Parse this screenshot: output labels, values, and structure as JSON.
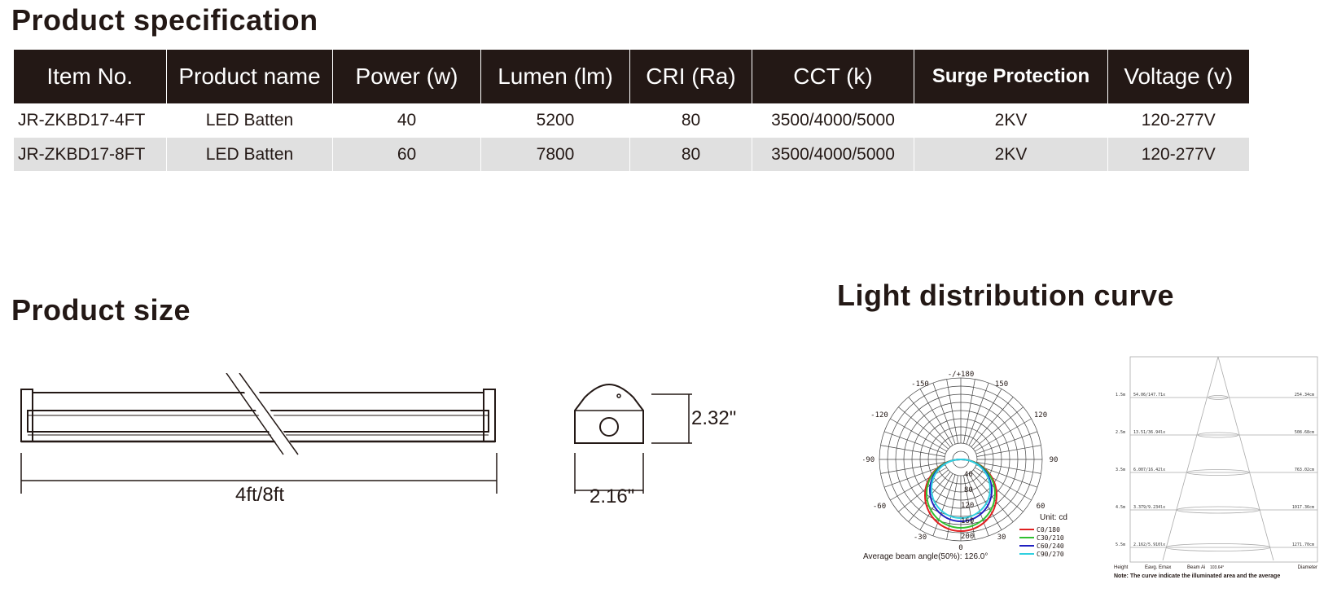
{
  "headings": {
    "spec": "Product specification",
    "size": "Product size",
    "curve": "Light distribution curve"
  },
  "table": {
    "headers": [
      "Item No.",
      "Product name",
      "Power (w)",
      "Lumen (lm)",
      "CRI (Ra)",
      "CCT (k)",
      "Surge Protection",
      "Voltage (v)"
    ],
    "rows": [
      [
        "JR-ZKBD17-4FT",
        "LED Batten",
        "40",
        "5200",
        "80",
        "3500/4000/5000",
        "2KV",
        "120-277V"
      ],
      [
        "JR-ZKBD17-8FT",
        "LED Batten",
        "60",
        "7800",
        "80",
        "3500/4000/5000",
        "2KV",
        "120-277V"
      ]
    ]
  },
  "dimensions": {
    "length": "4ft/8ft",
    "height": "2.32\"",
    "width": "2.16\""
  },
  "polar": {
    "angle_labels": [
      "-/+180",
      "-150",
      "150",
      "-120",
      "120",
      "-90",
      "90",
      "-60",
      "60",
      "-30",
      "30",
      "0"
    ],
    "radial_labels": [
      "40",
      "80",
      "120",
      "160",
      "200"
    ],
    "unit": "Unit: cd",
    "legend": [
      "C0/180",
      "C30/210",
      "C60/240",
      "C90/270"
    ],
    "beam_note": "Average beam angle(50%): 126.0°",
    "colors": [
      "#e02020",
      "#30c030",
      "#2020c0",
      "#30d0e0"
    ]
  },
  "cone": {
    "heights": [
      "1.5m",
      "2.5m",
      "3.5m",
      "4.5m",
      "5.5m"
    ],
    "illuminance": [
      "54.06/147.71x",
      "13.51/36.94lx",
      "6.007/16.42lx",
      "3.379/9.234lx",
      "2.162/5.910lx"
    ],
    "diameters": [
      "254.34cm",
      "508.68cm",
      "763.02cm",
      "1017.36cm",
      "1271.70cm"
    ],
    "footer": [
      "Height",
      "Eavg. Emax",
      "Beam Ai",
      "103.64°",
      "Diameter"
    ],
    "note": "Note: The curve indicate the illuminated area and the average"
  }
}
